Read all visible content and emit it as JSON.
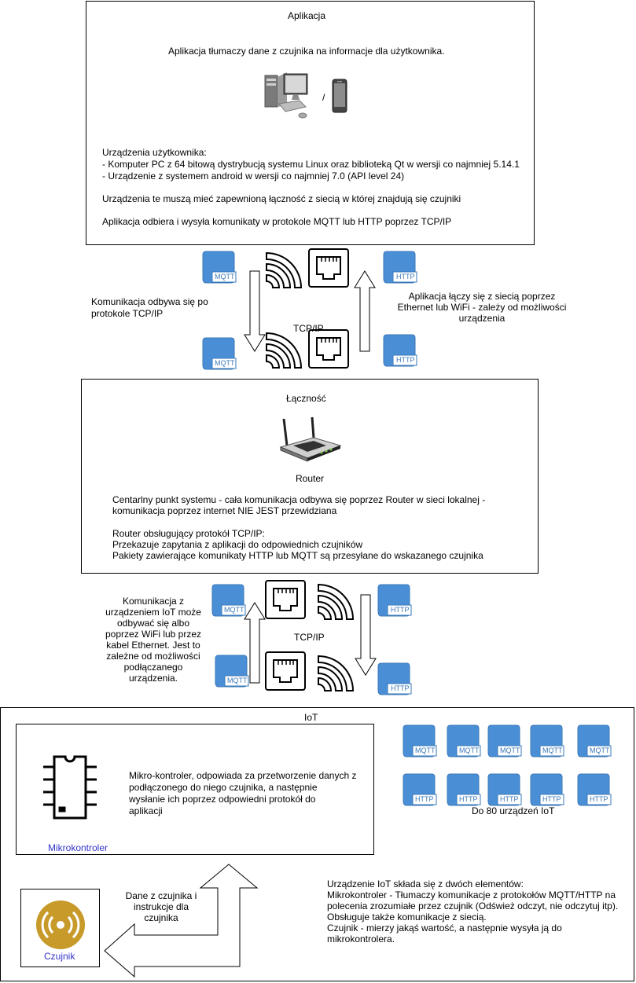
{
  "app": {
    "title": "Aplikacja",
    "description": "Aplikacja tłumaczy dane z czujnika na informacje dla użytkownika.",
    "separator": "/",
    "devices_header": "Urządzenia użytkownika:",
    "device_1": "- Komputer PC z 64 bitową dystrybucją systemu Linux oraz biblioteką Qt w wersji co najmniej 5.14.1",
    "device_2": "- Urządzenie z systemem android w wersji co najmniej 7.0 (API level 24)",
    "connectivity_note": "Urządzenia te muszą mieć zapewnioną łączność z siecią w której znajdują się czujniki",
    "protocol_note": "Aplikacja odbiera i wysyła komunikaty w protokole MQTT lub HTTP poprzez TCP/IP"
  },
  "link_top": {
    "left_note_1": "Komunikacja odbywa się po",
    "left_note_2": "protokole TCP/IP",
    "center_label": "TCP/IP",
    "right_note_1": "Aplikacja łączy się z siecią poprzez",
    "right_note_2": "Ethernet lub WiFi - zależy od możliwości",
    "right_note_3": "urządzenia"
  },
  "router_box": {
    "title": "Łączność",
    "router_label": "Router",
    "central_1": "Centarlny punkt systemu - cała komunikacja odbywa się poprzez Router w sieci lokalnej -",
    "central_2": "komunikacja poprzez internet NIE JEST przewidziana",
    "tcp_1": "Router obsługujący protokół TCP/IP:",
    "tcp_2": "Przekazuje zapytania z aplikacji do odpowiednich czujników",
    "tcp_3": "Pakiety zawierające komunikaty HTTP lub MQTT są przesyłane do wskazanego czujnika"
  },
  "link_bottom": {
    "left_note_lines": [
      "Komunikacja z",
      "urządzeniem IoT może",
      "odbywać się albo",
      "poprzez WiFi lub przez",
      "kabel Ethernet. Jest to",
      "zależne od możliwości",
      "podłączanego",
      "urządzenia."
    ],
    "center_label": "TCP/IP"
  },
  "iot": {
    "title": "IoT",
    "mcu_description_lines": [
      "Mikro-kontroler, odpowiada za przetworzenie danych z",
      "podłączonego do niego czujnika, a następnie",
      "wysłanie ich poprzez odpowiedni protokół do",
      "aplikacji"
    ],
    "mcu_label": "Mikrokontroler",
    "devices_label": "Do 80 urządzeń IoT",
    "sensor_label": "Czujnik",
    "arrow_note_lines": [
      "Dane z czujnika i",
      "instrukcje dla",
      "czujnika"
    ],
    "summary_lines": [
      "Urządzenie IoT składa się z dwóch elementów:",
      "Mikrokontroler - Tłumaczy komunikacje z protokołów MQTT/HTTP na",
      "polecenia zrozumiałe przez czujnik (Odśwież odczyt, nie odczytuj itp).",
      "Obsługuje także komunikacje z siecią.",
      "Czujnik - mierzy jakąś wartość, a następnie wysyła ją do",
      "mikrokontrolera."
    ]
  },
  "badges": {
    "mqtt": "MQTT",
    "http": "HTTP"
  },
  "colors": {
    "badge_blue": "#4a8fd6",
    "badge_label_bg": "#ffffff",
    "sensor_gold": "#c79a2a",
    "mcu_label_blue": "#3333cc"
  }
}
